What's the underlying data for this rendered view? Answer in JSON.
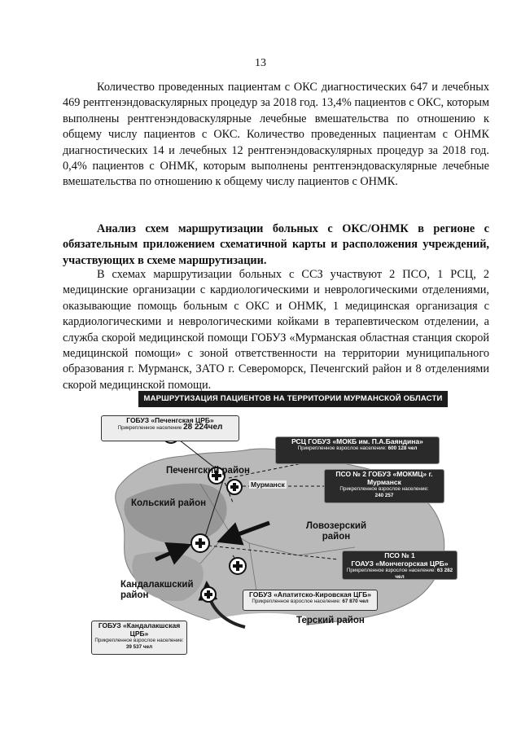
{
  "page": {
    "number": "13"
  },
  "para1": "Количество проведенных пациентам с ОКС диагностических 647 и лечебных 469 рентгенэндоваскулярных процедур за 2018 год. 13,4% пациентов с ОКС, которым выполнены рентгенэндоваскулярные лечебные вмешательства по отношению к общему числу пациентов с ОКС. Количество проведенных пациентам с ОНМК диагностических 14 и лечебных 12 рентгенэндоваскулярных процедур за 2018 год. 0,4% пациентов с ОНМК, которым выполнены рентгенэндоваскулярные лечебные вмешательства по отношению к общему числу пациентов с ОНМК.",
  "heading": "Анализ схем маршрутизации больных с ОКС/ОНМК в регионе с обязательным приложением схематичной карты и расположения учреждений, участвующих в схеме маршрутизации.",
  "para2": "В схемах маршрутизации больных с ССЗ участвуют 2 ПСО, 1 РСЦ, 2 медицинские организации с кардиологическими и неврологическими отделениями, оказывающие помощь больным с ОКС и ОНМК, 1 медицинская организация с кардиологическими и неврологическими койками в терапевтическом отделении, а служба скорой медицинской помощи ГОБУЗ «Мурманская областная станция скорой медицинской помощи» с зоной ответственности на территории муниципального образования г. Мурманск, ЗАТО г. Североморск, Печенгский район и 8 отделениями скорой медицинской помощи.",
  "map": {
    "header": "МАРШРУТИЗАЦИЯ ПАЦИЕНТОВ  НА ТЕРРИТОРИИ МУРМАНСКОЙ ОБЛАСТИ",
    "regions": {
      "pechenga": "Печенгский район",
      "kola": "Кольский район",
      "lovozero": "Ловозерский район",
      "kandalaksha": "Кандалакшский район",
      "tersky": "Терский район"
    },
    "city_label": "Мурманск",
    "institutions": {
      "pechenga": {
        "name": "ГОБУЗ «Печенгская ЦРБ»",
        "attach": "Прикрепленное население",
        "count": "28 224чел"
      },
      "rsc": {
        "name": "РСЦ  ГОБУЗ «МОКБ им. П.А.Баяндина»",
        "attach": "Прикрепленное взрослое население:",
        "count": "600 128 чел"
      },
      "pso2": {
        "name_line1": "ПСО № 2 ГОБУЗ «МОКМЦ» г.",
        "name_line2": "Мурманск",
        "attach": "Прикрепленное взрослое население:",
        "count": "240 257"
      },
      "pso1": {
        "name_line1": "ПСО № 1",
        "name_line2": "ГОАУЗ «Мончегорская ЦРБ»",
        "attach": "Прикрепленное взрослое население:",
        "count": "63 282 чел"
      },
      "apatity": {
        "name": "ГОБУЗ «Апатитско-Кировская ЦГБ»",
        "attach": "Прикрепленное взрослое население:",
        "count": "67 870 чел"
      },
      "kandalaksha": {
        "name": "ГОБУЗ «Кандалакшская ЦРБ»",
        "attach": "Прикрепленное взрослое население:",
        "count": "39 537 чел"
      }
    }
  }
}
